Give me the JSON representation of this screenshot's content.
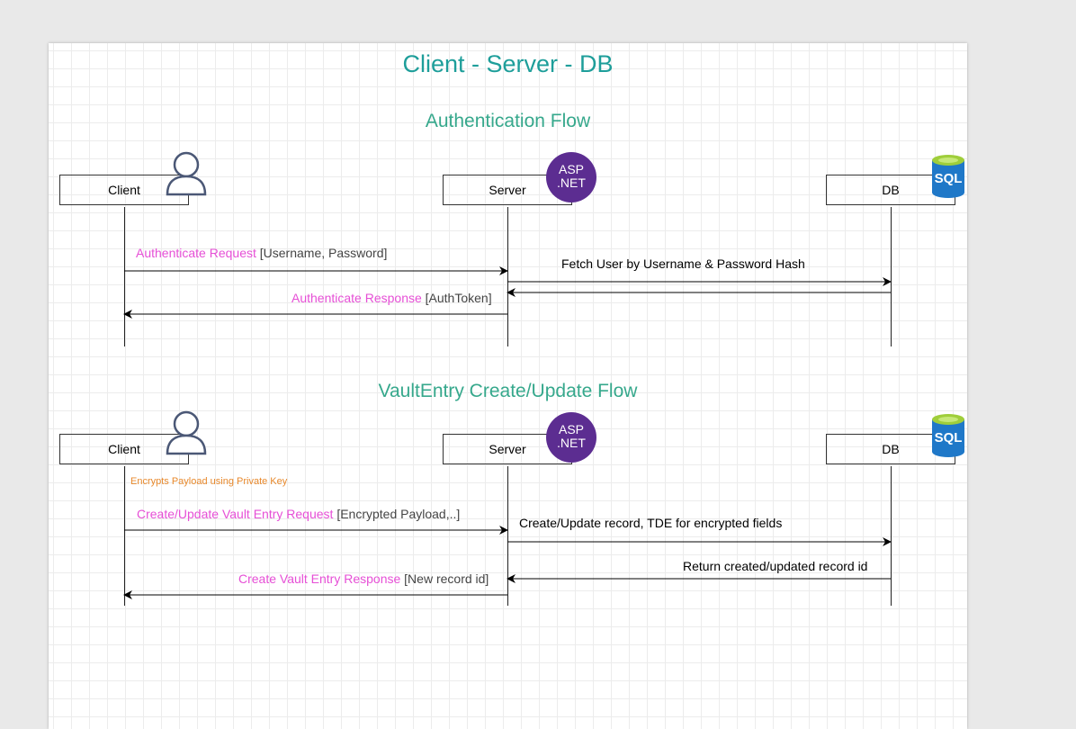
{
  "title": "Client - Server - DB",
  "auth_flow": {
    "title": "Authentication Flow",
    "participants": {
      "client": "Client",
      "server": "Server",
      "db": "DB"
    },
    "messages": {
      "m1_action": "Authenticate Request",
      "m1_params": "[Username, Password]",
      "m2": "Fetch User by Username & Password Hash",
      "m4_action": "Authenticate Response",
      "m4_params": "[AuthToken]"
    }
  },
  "vault_flow": {
    "title": "VaultEntry Create/Update Flow",
    "participants": {
      "client": "Client",
      "server": "Server",
      "db": "DB"
    },
    "note": "Encrypts Payload using Private Key",
    "messages": {
      "m1_action": "Create/Update Vault Entry Request",
      "m1_params": "[Encrypted Payload,..]",
      "m2": "Create/Update record, TDE for encrypted fields",
      "m3": "Return created/updated record id",
      "m4_action": "Create Vault Entry Response",
      "m4_params": "[New record id]"
    }
  },
  "icons": {
    "asp_line1": "ASP",
    "asp_line2": ".NET",
    "sql": "SQL"
  },
  "colors": {
    "title": "#1e9e9a",
    "flow_title": "#36a88c",
    "action": "#e64fd6",
    "note": "#e8892c",
    "asp": "#5c2d91",
    "sql": "#1f78c8"
  }
}
